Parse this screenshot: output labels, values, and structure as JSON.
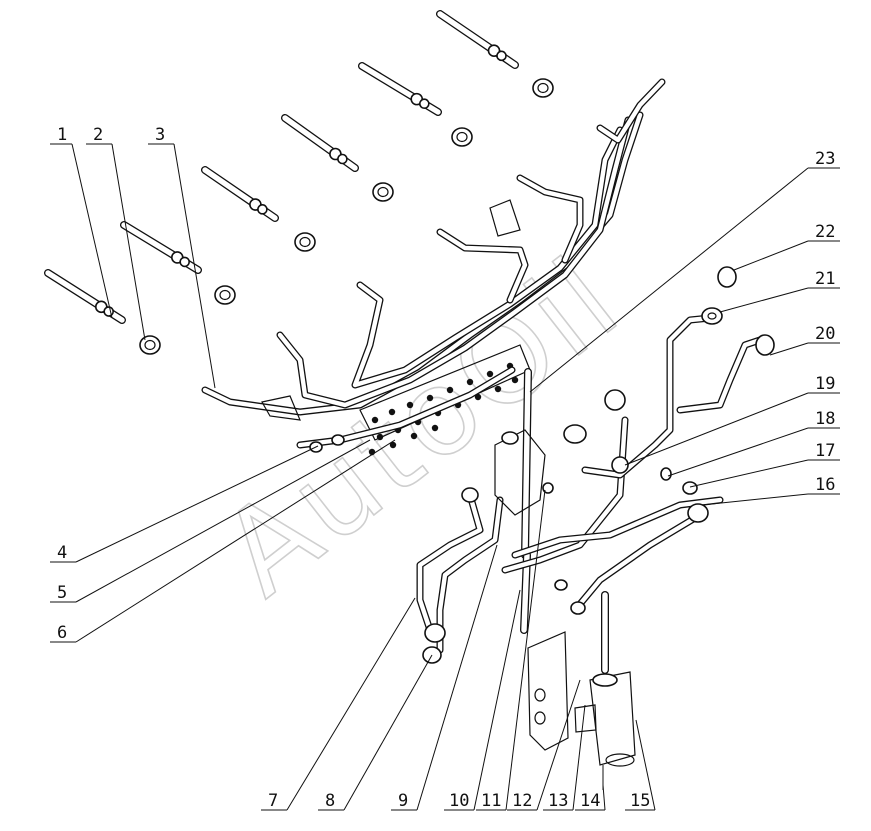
{
  "watermark": "AutoOil",
  "callouts": [
    {
      "id": "1",
      "label": "1"
    },
    {
      "id": "2",
      "label": "2"
    },
    {
      "id": "3",
      "label": "3"
    },
    {
      "id": "4",
      "label": "4"
    },
    {
      "id": "5",
      "label": "5"
    },
    {
      "id": "6",
      "label": "6"
    },
    {
      "id": "7",
      "label": "7"
    },
    {
      "id": "8",
      "label": "8"
    },
    {
      "id": "9",
      "label": "9"
    },
    {
      "id": "10",
      "label": "10"
    },
    {
      "id": "11",
      "label": "11"
    },
    {
      "id": "12",
      "label": "12"
    },
    {
      "id": "13",
      "label": "13"
    },
    {
      "id": "14",
      "label": "14"
    },
    {
      "id": "15",
      "label": "15"
    },
    {
      "id": "16",
      "label": "16"
    },
    {
      "id": "17",
      "label": "17"
    },
    {
      "id": "18",
      "label": "18"
    },
    {
      "id": "19",
      "label": "19"
    },
    {
      "id": "20",
      "label": "20"
    },
    {
      "id": "21",
      "label": "21"
    },
    {
      "id": "22",
      "label": "22"
    },
    {
      "id": "23",
      "label": "23"
    }
  ]
}
